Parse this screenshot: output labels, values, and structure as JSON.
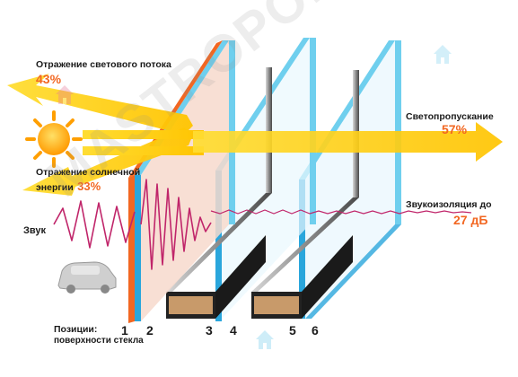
{
  "labels": {
    "light_reflection_title": "Отражение светового потока",
    "light_reflection_value": "43%",
    "solar_reflection_title_line1": "Отражение солнечной",
    "solar_reflection_title_line2": "энергии",
    "solar_reflection_value": "33%",
    "sound": "Звук",
    "transmission_title": "Светопропускание",
    "transmission_value": "57%",
    "sound_insulation_title": "Звукоизоляция до",
    "sound_insulation_value": "27 дБ",
    "positions_line1": "Позиции:",
    "positions_line2": "поверхности стекла"
  },
  "surface_numbers": [
    "1",
    "2",
    "3",
    "4",
    "5",
    "6"
  ],
  "watermark": "MASTROPOR.ru",
  "colors": {
    "accent_orange": "#f26722",
    "glass_blue": "#6fcfee",
    "glass_edge": "#2aa6dc",
    "beam_yellow": "#ffd200",
    "sound_wave": "#c0256a",
    "frame_dark": "#3a3a3a"
  }
}
